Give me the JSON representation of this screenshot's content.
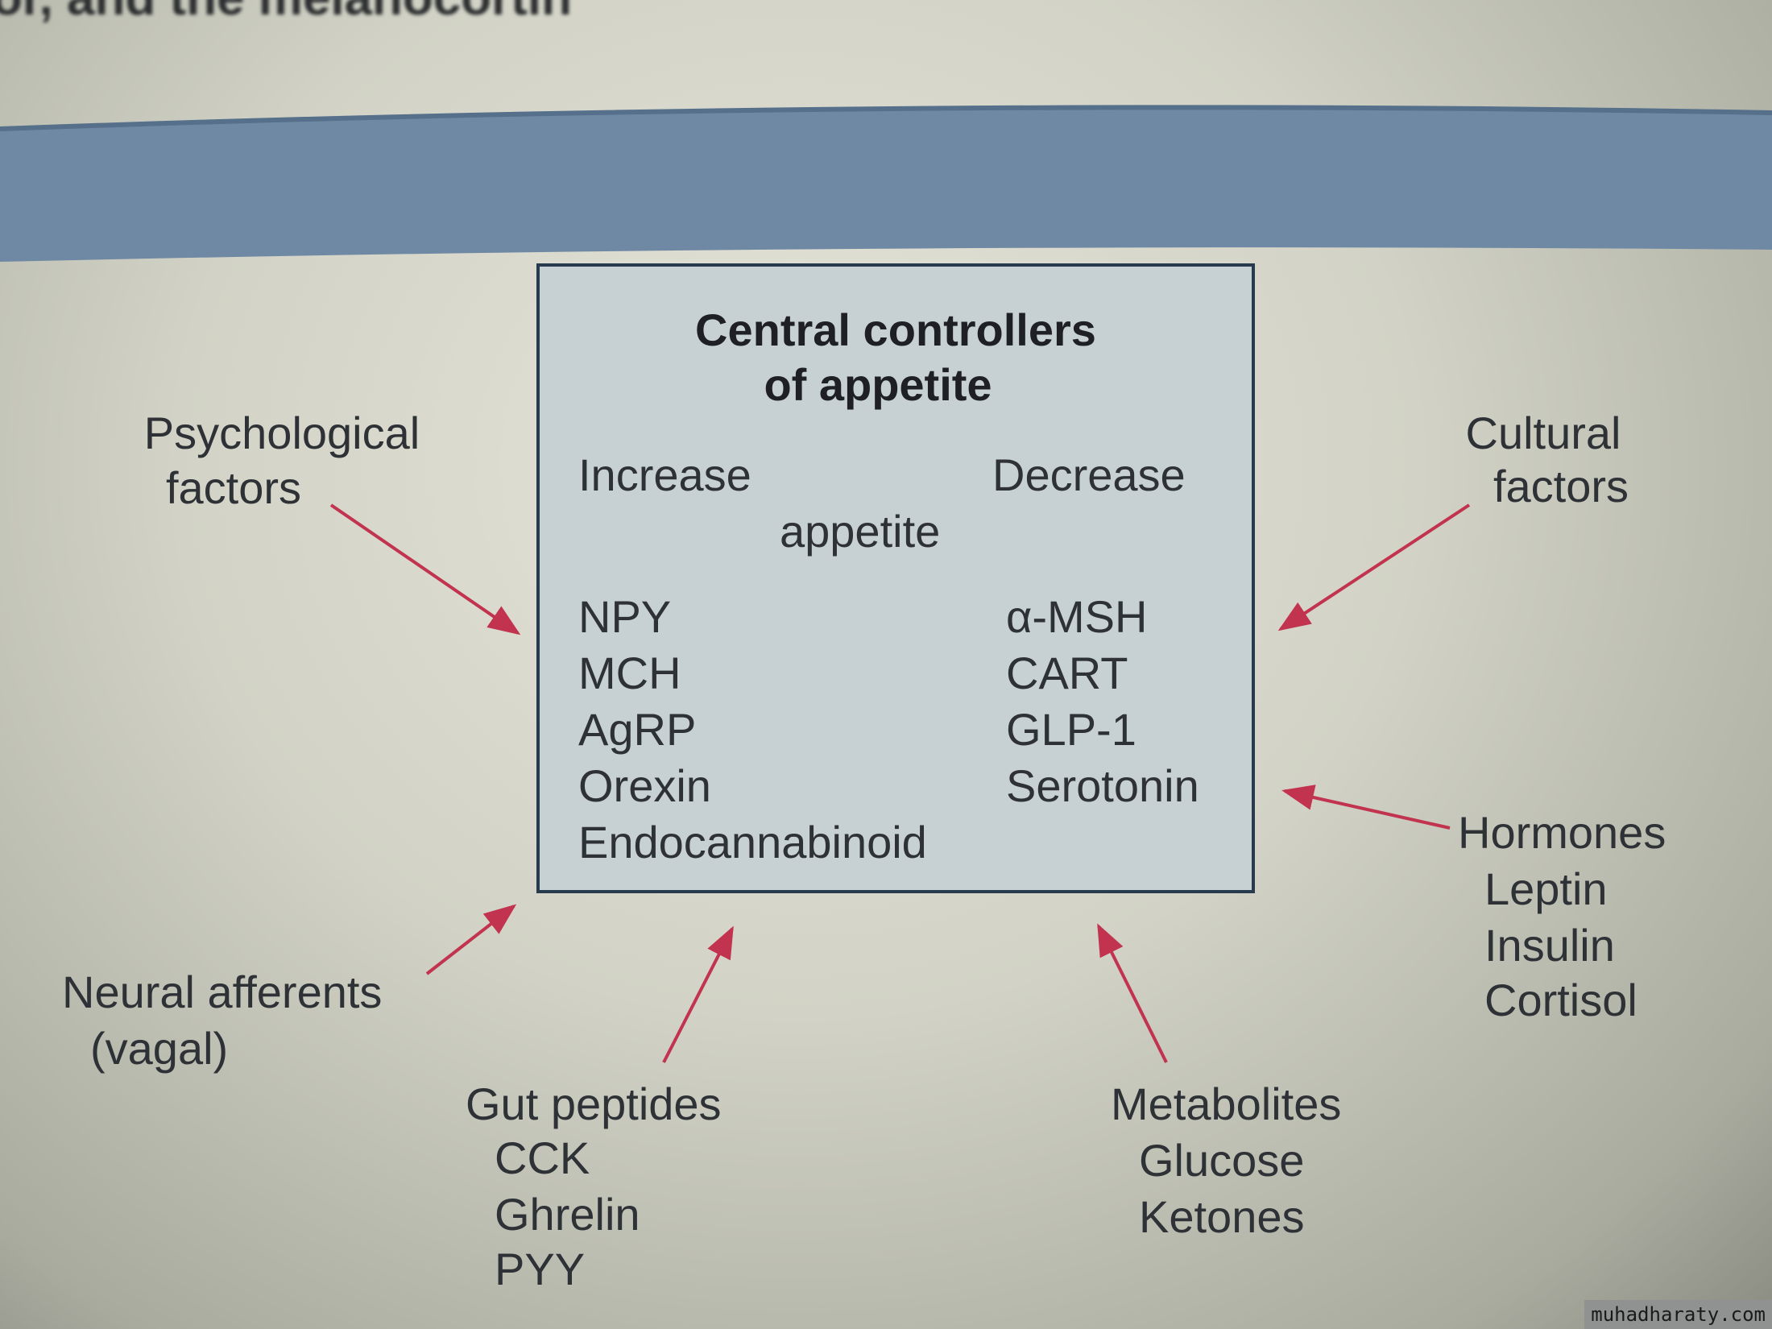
{
  "page_text_fragment": "or, and the melanocortin",
  "box": {
    "title_line1": "Central controllers",
    "title_line2": "of appetite",
    "increase": "Increase",
    "decrease": "Decrease",
    "appetite": "appetite",
    "increase_items": [
      "NPY",
      "MCH",
      "AgRP",
      "Orexin",
      "Endocannabinoid"
    ],
    "decrease_items": [
      "α-MSH",
      "CART",
      "GLP-1",
      "Serotonin"
    ]
  },
  "inputs": {
    "psychological": [
      "Psychological",
      "factors"
    ],
    "cultural": [
      "Cultural",
      "factors"
    ],
    "hormones": [
      "Hormones",
      "Leptin",
      "Insulin",
      "Cortisol"
    ],
    "neural": [
      "Neural afferents",
      "(vagal)"
    ],
    "gut": [
      "Gut peptides",
      "CCK",
      "Ghrelin",
      "PYY"
    ],
    "metabolites": [
      "Metabolites",
      "Glucose",
      "Ketones"
    ]
  },
  "colors": {
    "arrow": "#c2334f",
    "band": "#6f88a4",
    "box_fill": "#c7d1d3",
    "box_border": "#283a4e"
  },
  "watermark": "muhadharaty.com"
}
